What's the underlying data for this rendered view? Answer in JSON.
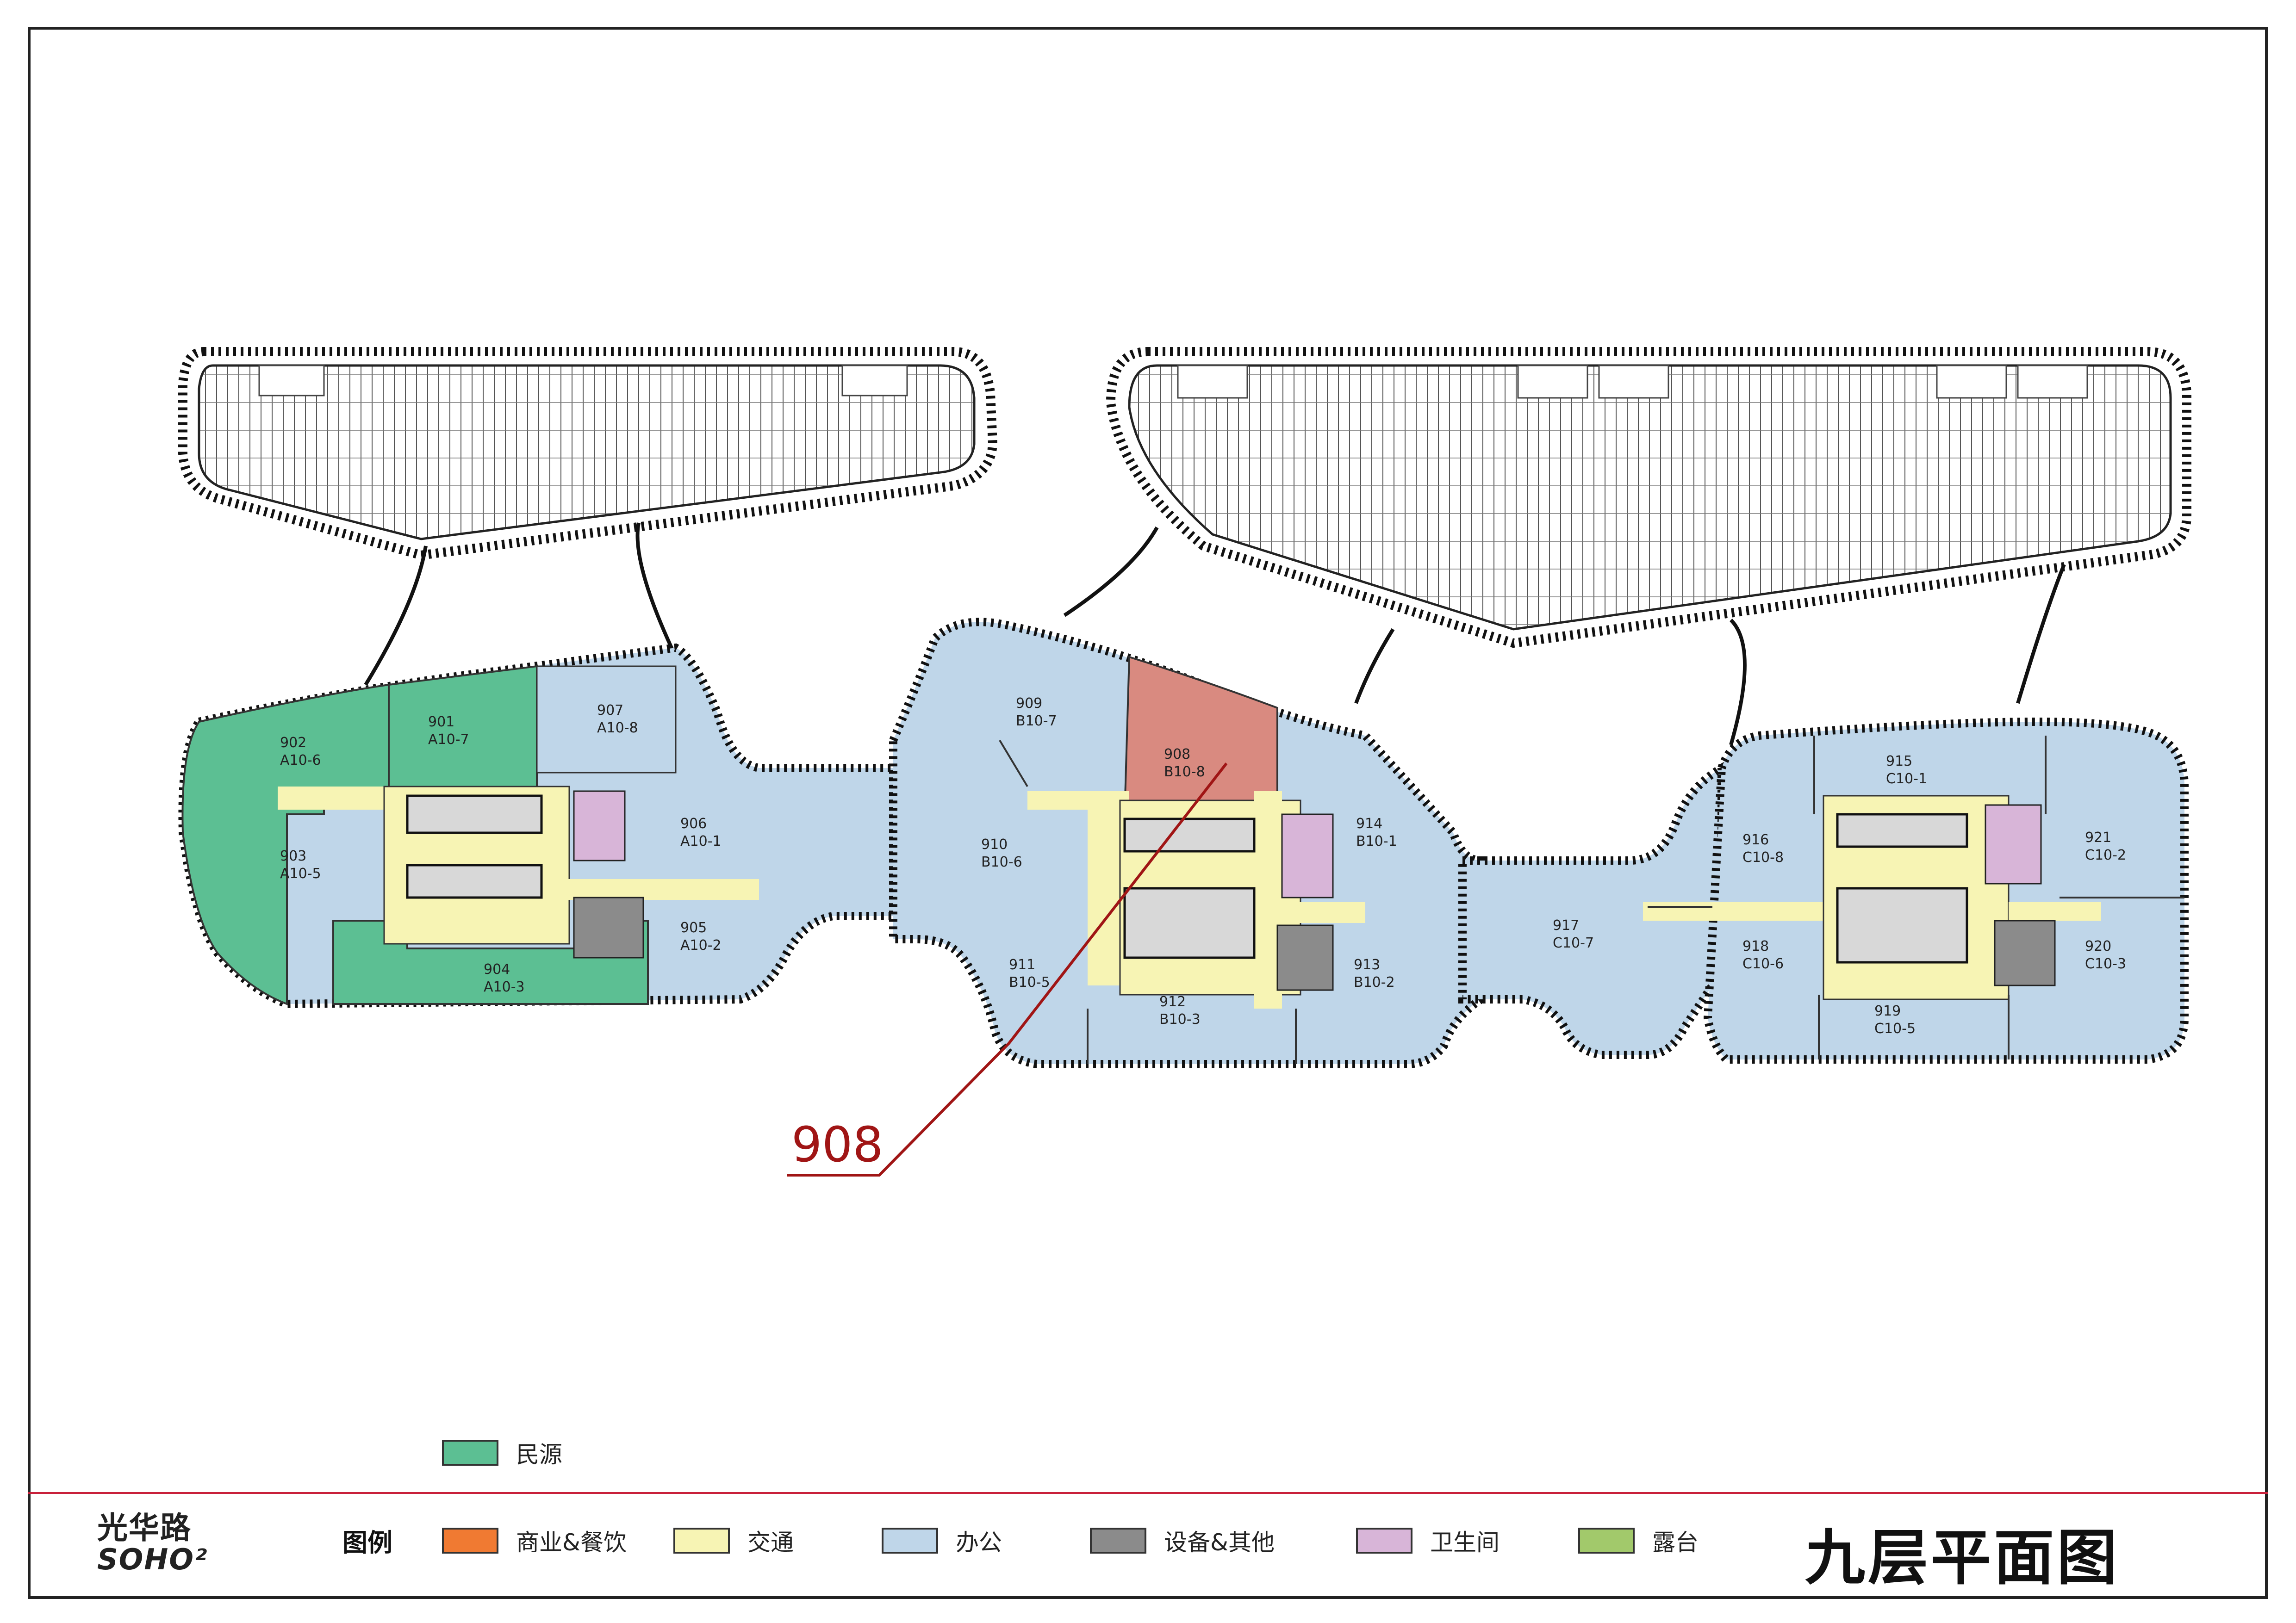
{
  "floor_title": "九层平面图",
  "logo": {
    "top": "光华路",
    "bottom": "SOHO²"
  },
  "callout": {
    "label": "908",
    "color": "#a01515"
  },
  "legend": {
    "title": "图例",
    "top_item": {
      "label": "民源",
      "color": "#5cbf93"
    },
    "items": [
      {
        "label": "商业&餐饮",
        "color": "#f07a32"
      },
      {
        "label": "交通",
        "color": "#f7f4b4"
      },
      {
        "label": "办公",
        "color": "#bfd6e9"
      },
      {
        "label": "设备&其他",
        "color": "#8b8b8b"
      },
      {
        "label": "卫生间",
        "color": "#d8b5d8"
      },
      {
        "label": "露台",
        "color": "#a2c96b"
      }
    ]
  },
  "units": [
    {
      "id": "901",
      "code": "A10-7"
    },
    {
      "id": "902",
      "code": "A10-6"
    },
    {
      "id": "903",
      "code": "A10-5"
    },
    {
      "id": "904",
      "code": "A10-3"
    },
    {
      "id": "905",
      "code": "A10-2"
    },
    {
      "id": "906",
      "code": "A10-1"
    },
    {
      "id": "907",
      "code": "A10-8"
    },
    {
      "id": "908",
      "code": "B10-8"
    },
    {
      "id": "909",
      "code": "B10-7"
    },
    {
      "id": "910",
      "code": "B10-6"
    },
    {
      "id": "911",
      "code": "B10-5"
    },
    {
      "id": "912",
      "code": "B10-3"
    },
    {
      "id": "913",
      "code": "B10-2"
    },
    {
      "id": "914",
      "code": "B10-1"
    },
    {
      "id": "915",
      "code": "C10-1"
    },
    {
      "id": "916",
      "code": "C10-8"
    },
    {
      "id": "917",
      "code": "C10-7"
    },
    {
      "id": "918",
      "code": "C10-6"
    },
    {
      "id": "919",
      "code": "C10-5"
    },
    {
      "id": "920",
      "code": "C10-3"
    },
    {
      "id": "921",
      "code": "C10-2"
    }
  ]
}
